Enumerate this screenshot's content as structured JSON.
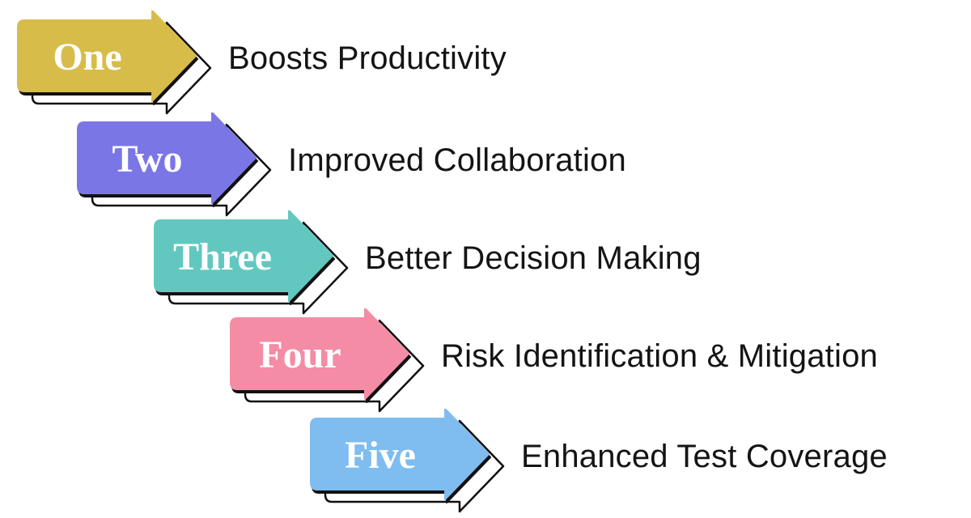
{
  "diagram": {
    "type": "staircase-arrow-list",
    "background": "#ffffff",
    "outline_color": "#111111",
    "shadow_fill": "#ffffff",
    "number_text_color": "#ffffff",
    "label_text_color": "#141414",
    "steps": [
      {
        "number": "One",
        "label": "Boosts Productivity",
        "color": "#D8BC4A"
      },
      {
        "number": "Two",
        "label": "Improved Collaboration",
        "color": "#7B76E6"
      },
      {
        "number": "Three",
        "label": "Better Decision Making",
        "color": "#62C8BF"
      },
      {
        "number": "Four",
        "label": "Risk Identification & Mitigation",
        "color": "#F48CA6"
      },
      {
        "number": "Five",
        "label": "Enhanced Test Coverage",
        "color": "#7FBCEF"
      }
    ]
  }
}
